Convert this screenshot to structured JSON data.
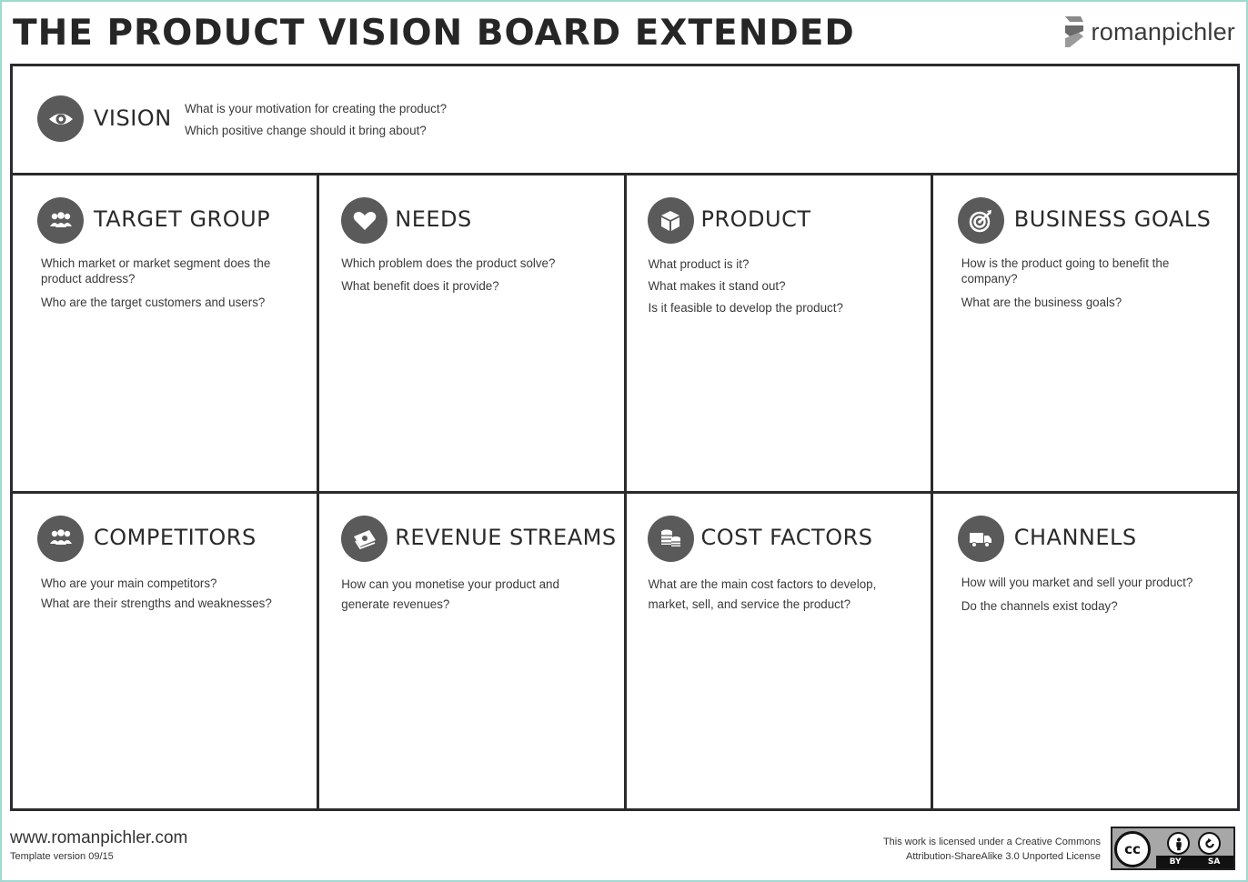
{
  "title": "THE PRODUCT VISION BOARD EXTENDED",
  "brand": {
    "name": "romanpichler",
    "icon": "romanpichler-logo-icon"
  },
  "vision": {
    "heading": "VISION",
    "icon": "eye-icon",
    "questions": [
      "What is your motivation for creating the product?",
      "Which positive change should it bring about?"
    ]
  },
  "sections": [
    {
      "id": "target-group",
      "heading": "TARGET GROUP",
      "icon": "people-icon",
      "questions": [
        "Which market or market segment does the product address?",
        "Who are the target customers and users?"
      ]
    },
    {
      "id": "needs",
      "heading": "NEEDS",
      "icon": "heart-icon",
      "questions": [
        "Which problem does the product solve?",
        "What benefit does it provide?"
      ]
    },
    {
      "id": "product",
      "heading": "PRODUCT",
      "icon": "cube-icon",
      "questions": [
        "What product is it?",
        "What makes it stand out?",
        "Is it feasible to develop the product?"
      ]
    },
    {
      "id": "business-goals",
      "heading": "BUSINESS GOALS",
      "icon": "target-icon",
      "questions": [
        "How is the product going to benefit the company?",
        "What are the business goals?"
      ]
    },
    {
      "id": "competitors",
      "heading": "COMPETITORS",
      "icon": "people-icon",
      "questions": [
        "Who are your main competitors?",
        "What are their strengths and weaknesses?"
      ]
    },
    {
      "id": "revenue-streams",
      "heading": "REVENUE STREAMS",
      "icon": "money-icon",
      "questions": [
        "How can you monetise your product and generate revenues?"
      ]
    },
    {
      "id": "cost-factors",
      "heading": "COST FACTORS",
      "icon": "coins-icon",
      "questions": [
        "What are the main cost factors to develop, market, sell, and service the product?"
      ]
    },
    {
      "id": "channels",
      "heading": "CHANNELS",
      "icon": "truck-icon",
      "questions": [
        "How will you market and sell your product?",
        "Do the channels exist today?"
      ]
    }
  ],
  "footer": {
    "url": "www.romanpichler.com",
    "version": "Template version 09/15",
    "license_line1": "This work is licensed under a Creative Commons",
    "license_line2": "Attribution-ShareAlike 3.0 Unported License",
    "cc_badge": {
      "cc": "cc",
      "by": "BY",
      "sa": "SA"
    }
  }
}
